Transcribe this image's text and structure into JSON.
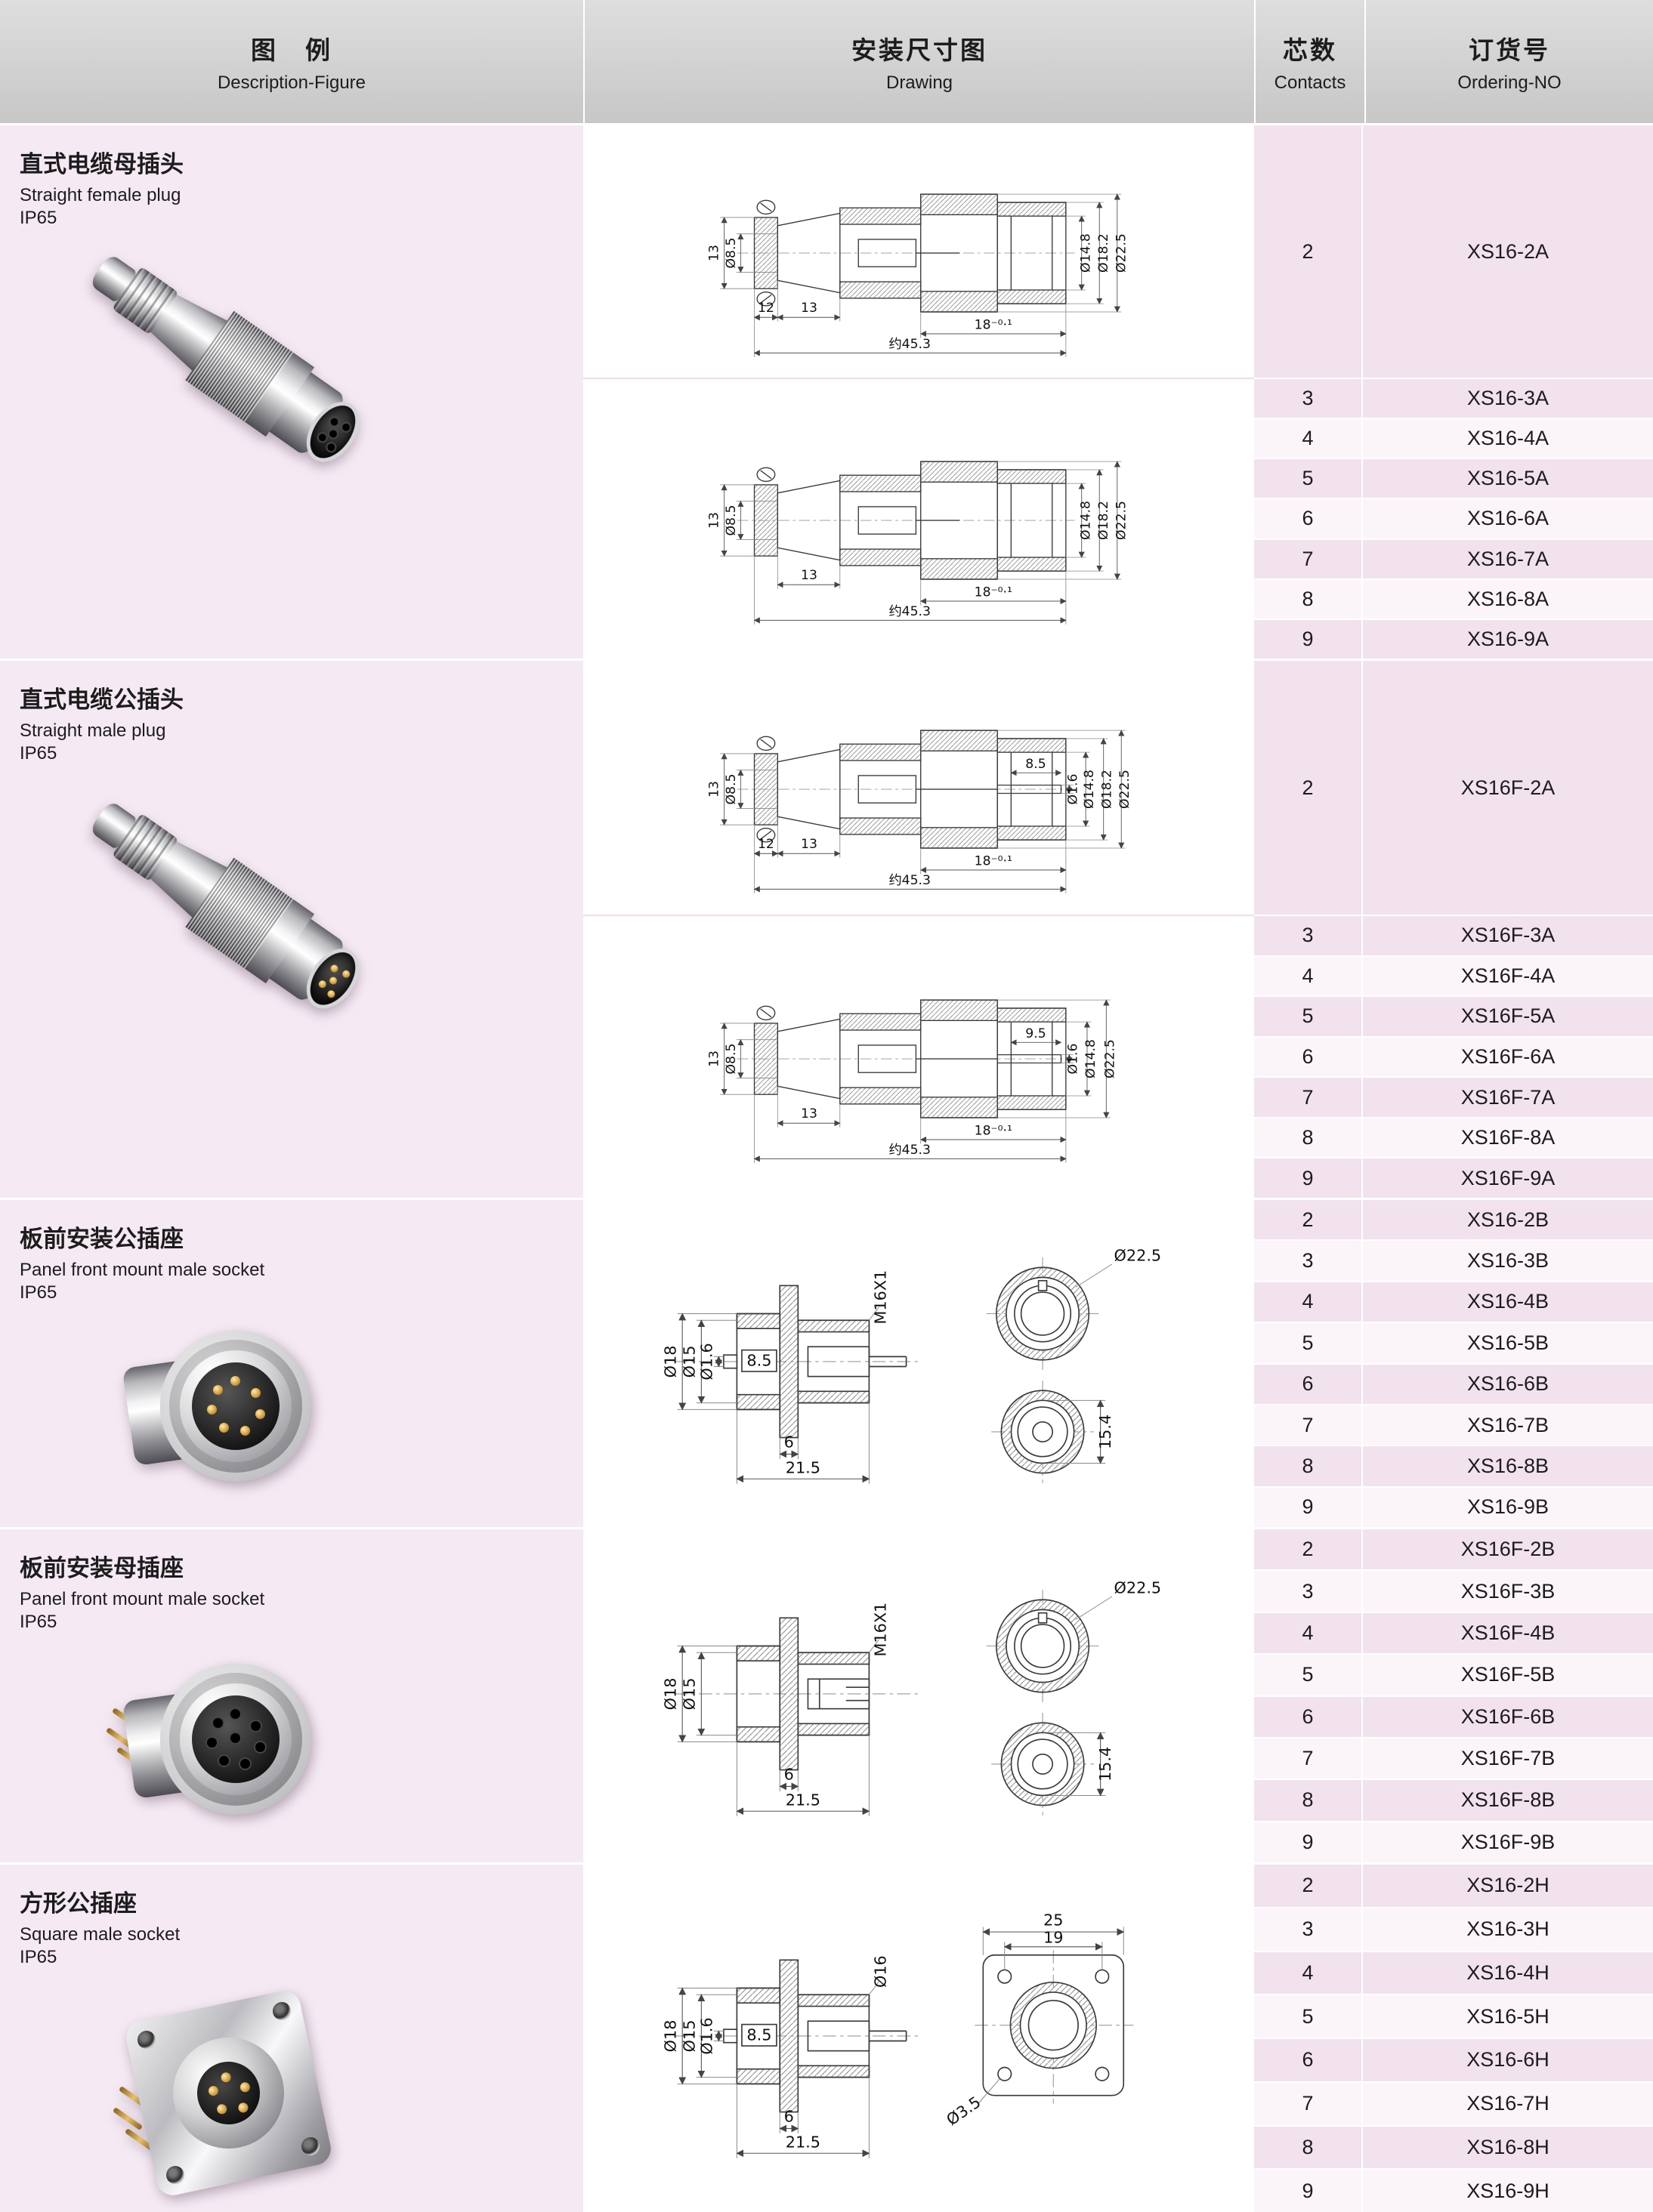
{
  "colors": {
    "row_pink": "#f2e2ee",
    "row_light": "#fbf4f9",
    "panel_pink": "#f5eaf3",
    "header_gray": "#cfcfcf"
  },
  "header": {
    "figure_cn": "图　例",
    "figure_en": "Description-Figure",
    "drawing_cn": "安装尺寸图",
    "drawing_en": "Drawing",
    "contacts_cn": "芯数",
    "contacts_en": "Contacts",
    "order_cn": "订货号",
    "order_en": "Ordering-NO"
  },
  "sections": [
    {
      "id": "straight-female-plug",
      "title_cn": "直式电缆母插头",
      "title_en": "Straight female plug",
      "ip": "IP65",
      "rows": [
        [
          "2",
          "XS16-2A"
        ],
        [
          "3",
          "XS16-3A"
        ],
        [
          "4",
          "XS16-4A"
        ],
        [
          "5",
          "XS16-5A"
        ],
        [
          "6",
          "XS16-6A"
        ],
        [
          "7",
          "XS16-7A"
        ],
        [
          "8",
          "XS16-8A"
        ],
        [
          "9",
          "XS16-9A"
        ]
      ]
    },
    {
      "id": "straight-male-plug",
      "title_cn": "直式电缆公插头",
      "title_en": "Straight male plug",
      "ip": "IP65",
      "rows": [
        [
          "2",
          "XS16F-2A"
        ],
        [
          "3",
          "XS16F-3A"
        ],
        [
          "4",
          "XS16F-4A"
        ],
        [
          "5",
          "XS16F-5A"
        ],
        [
          "6",
          "XS16F-6A"
        ],
        [
          "7",
          "XS16F-7A"
        ],
        [
          "8",
          "XS16F-8A"
        ],
        [
          "9",
          "XS16F-9A"
        ]
      ]
    },
    {
      "id": "panel-front-mount-male-socket",
      "title_cn": "板前安装公插座",
      "title_en": "Panel front mount male socket",
      "ip": "IP65",
      "rows": [
        [
          "2",
          "XS16-2B"
        ],
        [
          "3",
          "XS16-3B"
        ],
        [
          "4",
          "XS16-4B"
        ],
        [
          "5",
          "XS16-5B"
        ],
        [
          "6",
          "XS16-6B"
        ],
        [
          "7",
          "XS16-7B"
        ],
        [
          "8",
          "XS16-8B"
        ],
        [
          "9",
          "XS16-9B"
        ]
      ]
    },
    {
      "id": "panel-front-mount-female-socket",
      "title_cn": "板前安装母插座",
      "title_en": "Panel front mount male socket",
      "ip": "IP65",
      "rows": [
        [
          "2",
          "XS16F-2B"
        ],
        [
          "3",
          "XS16F-3B"
        ],
        [
          "4",
          "XS16F-4B"
        ],
        [
          "5",
          "XS16F-5B"
        ],
        [
          "6",
          "XS16F-6B"
        ],
        [
          "7",
          "XS16F-7B"
        ],
        [
          "8",
          "XS16F-8B"
        ],
        [
          "9",
          "XS16F-9B"
        ]
      ]
    },
    {
      "id": "square-male-socket",
      "title_cn": "方形公插座",
      "title_en": "Square male socket",
      "ip": "IP65",
      "rows": [
        [
          "2",
          "XS16-2H"
        ],
        [
          "3",
          "XS16-3H"
        ],
        [
          "4",
          "XS16-4H"
        ],
        [
          "5",
          "XS16-5H"
        ],
        [
          "6",
          "XS16-6H"
        ],
        [
          "7",
          "XS16-7H"
        ],
        [
          "8",
          "XS16-8H"
        ],
        [
          "9",
          "XS16-9H"
        ]
      ]
    }
  ],
  "drawings": {
    "d1a": {
      "dim_13": "13",
      "dim_d85": "Ø8.5",
      "dim_d148": "Ø14.8",
      "dim_d182": "Ø18.2",
      "dim_d225": "Ø22.5",
      "dim_12": "12",
      "dim_13b": "13",
      "dim_18": "18⁻⁰·¹",
      "dim_total": "约45.3"
    },
    "d1b": {
      "dim_13": "13",
      "dim_d85": "Ø8.5",
      "dim_d148": "Ø14.8",
      "dim_d182": "Ø18.2",
      "dim_d225": "Ø22.5",
      "dim_13b": "13",
      "dim_18": "18⁻⁰·¹",
      "dim_total": "约45.3"
    },
    "d2a": {
      "dim_13": "13",
      "dim_d85": "Ø8.5",
      "dim_85": "8.5",
      "dim_d16": "Ø1.6",
      "dim_d148": "Ø14.8",
      "dim_d182": "Ø18.2",
      "dim_d225": "Ø22.5",
      "dim_12": "12",
      "dim_13b": "13",
      "dim_18": "18⁻⁰·¹",
      "dim_total": "约45.3"
    },
    "d2b": {
      "dim_13": "13",
      "dim_d85": "Ø8.5",
      "dim_95": "9.5",
      "dim_d16": "Ø1.6",
      "dim_d148": "Ø14.8",
      "dim_d225": "Ø22.5",
      "dim_13b": "13",
      "dim_18": "18⁻⁰·¹",
      "dim_total": "约45.3"
    },
    "d3": {
      "dim_d18": "Ø18",
      "dim_d15": "Ø15",
      "dim_d16": "Ø1.6",
      "dim_85": "8.5",
      "thread": "M16X1",
      "dim_6": "6",
      "dim_215": "21.5",
      "dim_d225": "Ø22.5",
      "dim_154": "15.4"
    },
    "d4": {
      "dim_d18": "Ø18",
      "dim_d15": "Ø15",
      "thread": "M16X1",
      "dim_6": "6",
      "dim_215": "21.5",
      "dim_d225": "Ø22.5",
      "dim_154": "15.4"
    },
    "d5": {
      "dim_d18": "Ø18",
      "dim_d15": "Ø15",
      "dim_d16": "Ø1.6",
      "dim_85": "8.5",
      "boss": "Ø16",
      "dim_6": "6",
      "dim_215": "21.5",
      "dim_25": "25",
      "dim_19": "19",
      "dim_d35": "Ø3.5"
    }
  }
}
